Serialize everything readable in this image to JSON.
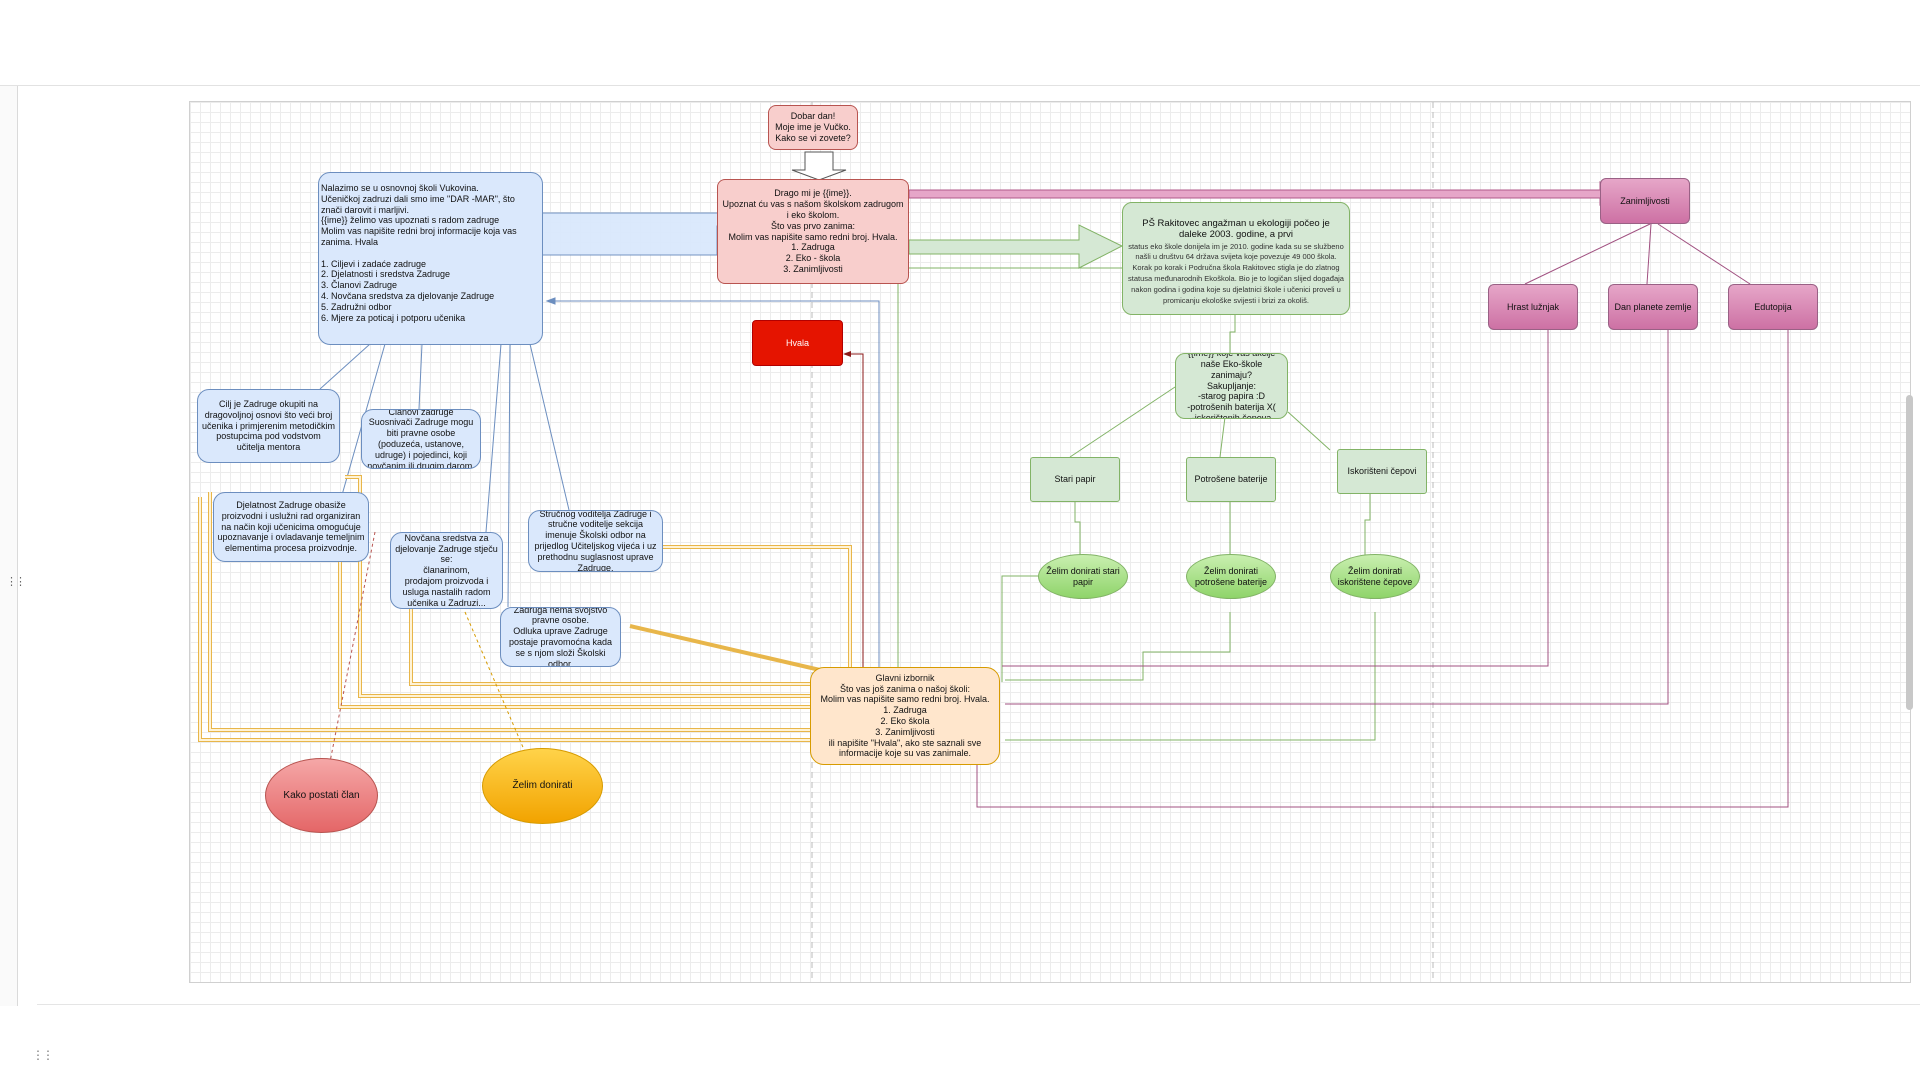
{
  "diagram": {
    "greeting": "Dobar dan!\nMoje ime je Vučko.\nKako se vi zovete?",
    "intro": "Drago mi je {{ime}}.\nUpoznat ću vas s našom školskom zadrugom i eko školom.\nŠto vas prvo zanima:\nMolim vas napišite samo redni broj. Hvala.\n1. Zadruga\n2. Eko - škola\n3. Zanimljivosti",
    "zadruga_info": "Nalazimo se u osnovnoj školi Vukovina.\nUčeničkoj zadruzi dali smo ime \"DAR -MAR\", što znači darovit i marljivi.\n{{ime}} želimo vas upoznati s radom zadruge\nMolim vas napišite redni broj informacije koja vas zanima. Hvala\n\n1. Ciljevi i zadaće zadruge\n2. Djelatnosti i sredstva Zadruge\n3. Članovi Zadruge\n4. Novčana sredstva za djelovanje Zadruge\n5. Zadružni odbor\n6. Mjere za poticaj i potporu učenika",
    "cilj": "Cilj je Zadruge okupiti na dragovoljnoj osnovi što veći broj učenika i primjerenim metodičkim postupcima pod vodstvom učitelja mentora",
    "clanovi": "Članovi zadruge\nSuosnivači Zadruge mogu biti pravne osobe (poduzeća, ustanove, udruge) i pojedinci, koji novčanim ili drugim darom.",
    "djelatnost": "Djelatnost Zadruge obasiže proizvodni i uslužni rad organiziran na način koji učenicima omogućuje upoznavanje i ovladavanje temeljnim elementima procesa proizvodnje.",
    "novcana": "Novčana sredstva za djelovanje Zadruge stječu se:\nčlanarinom,\nprodajom proizvoda i usluga nastalih radom učenika u Zadruzi...",
    "strucnog": "Stručnog voditelja Zadruge i stručne voditelje sekcija imenuje Školski odbor na prijedlog Učiteljskog vijeća i uz prethodnu suglasnost uprave Zadruge.",
    "pravne": "Zadruga nema svojstvo pravne osobe.\nOdluka uprave Zadruge postaje pravomoćna kada se s njom složi Školski odbor.",
    "hvala": "Hvala",
    "glavni": "Glavni izbornik\nŠto vas još zanima o našoj školi:\nMolim vas napišite samo redni broj. Hvala.\n1. Zadruga\n2. Eko škola\n3. Zanimljivosti\nili napišite \"Hvala\", ako ste saznali sve informacije koje su vas zanimale.",
    "kako": "Kako postati član",
    "zelim": "Želim donirati",
    "eko_info_head": "PŠ Rakitovec angažman u ekologiji počeo je daleke 2003. godine, a prvi",
    "eko_info_body": "status eko škole donijela im je 2010. godine kada su se službeno našli u društvu 64 država svijeta koje povezuje 49 000 škola.\nKorak po korak i Područna škola Rakitovec stigla je do zlatnog statusa međunarodnih Ekoškola. Bio je to logičan slijed događaja nakon godina i godina koje su djelatnici škole i učenici proveli u promicanju ekološke svijesti i brizi za okoliš.",
    "akcije": "{{ime}} koje vas akcije naše Eko-škole zanimaju?\nSakupljanje:\n-starog papira :D\n-potrošenih baterija X(\n-iskorištenih čepova",
    "stari_papir": "Stari papir",
    "baterije": "Potrošene baterije",
    "cepovi": "Iskorišteni čepovi",
    "don_papir": "Želim donirati stari papir",
    "don_baterije": "Želim donirati potrošene baterije",
    "don_cepovi": "Želim donirati iskorištene čepove",
    "zanimljivosti": "Zanimljivosti",
    "hrast": "Hrast lužnjak",
    "dan": "Dan planete zemlje",
    "edutopija": "Edutopija"
  },
  "colors": {
    "blue_arrow": "#dae8fc",
    "green_arrow": "#d5e8d4",
    "pink_arrow": "#e6a6c8",
    "orange_route": "#ffd080",
    "blue_line": "#6c8ebf",
    "green_line": "#82b366",
    "magenta_line": "#a05080",
    "red_line": "#8b1a1a"
  }
}
